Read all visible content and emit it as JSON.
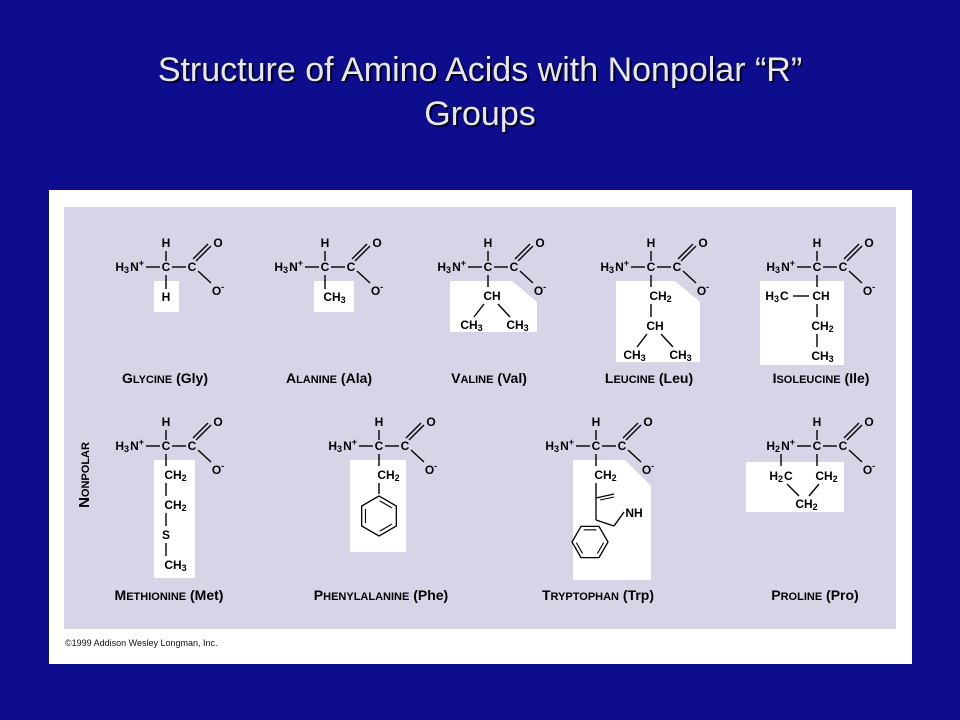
{
  "slide": {
    "title_line1": "Structure of Amino Acids with Nonpolar “R”",
    "title_line2": "Groups"
  },
  "figure": {
    "side_label": "NONPOLAR",
    "copyright": "©1999 Addison Wesley Longman, Inc.",
    "colors": {
      "panel": "#d9d3e8",
      "highlight": "#ffffff",
      "background": "#0d0d8e",
      "title": "#e6e6ff"
    },
    "backbone": {
      "h_top": "H",
      "amino": "H3N+",
      "alpha_carbon": "C",
      "carboxyl_carbon": "C",
      "carbonyl_o": "O",
      "carboxylate_o": "O-"
    },
    "amino_acids": [
      {
        "id": "glycine",
        "name_initial": "G",
        "name_rest": "LYCINE",
        "abbr": "(Gly)",
        "r_group": [
          "H"
        ]
      },
      {
        "id": "alanine",
        "name_initial": "A",
        "name_rest": "LANINE",
        "abbr": "(Ala)",
        "r_group": [
          "CH3"
        ]
      },
      {
        "id": "valine",
        "name_initial": "V",
        "name_rest": "ALINE",
        "abbr": "(Val)",
        "r_group": [
          "CH",
          "CH3",
          "CH3"
        ]
      },
      {
        "id": "leucine",
        "name_initial": "L",
        "name_rest": "EUCINE",
        "abbr": "(Leu)",
        "r_group": [
          "CH2",
          "CH",
          "CH3",
          "CH3"
        ]
      },
      {
        "id": "isoleucine",
        "name_initial": "I",
        "name_rest": "SOLEUCINE",
        "abbr": "(Ile)",
        "r_group": [
          "H3C",
          "CH",
          "CH2",
          "CH3"
        ]
      },
      {
        "id": "methionine",
        "name_initial": "M",
        "name_rest": "ETHIONINE",
        "abbr": "(Met)",
        "r_group": [
          "CH2",
          "CH2",
          "S",
          "CH3"
        ]
      },
      {
        "id": "phenylalanine",
        "name_initial": "P",
        "name_rest": "HENYLALANINE",
        "abbr": "(Phe)",
        "r_group": [
          "CH2"
        ]
      },
      {
        "id": "tryptophan",
        "name_initial": "T",
        "name_rest": "RYPTOPHAN",
        "abbr": "(Trp)",
        "r_group": [
          "CH2",
          "NH"
        ]
      },
      {
        "id": "proline",
        "name_initial": "P",
        "name_rest": "ROLINE",
        "abbr": "(Pro)",
        "amino": "H2N+",
        "r_group": [
          "H2C",
          "CH2",
          "CH2"
        ]
      }
    ]
  }
}
